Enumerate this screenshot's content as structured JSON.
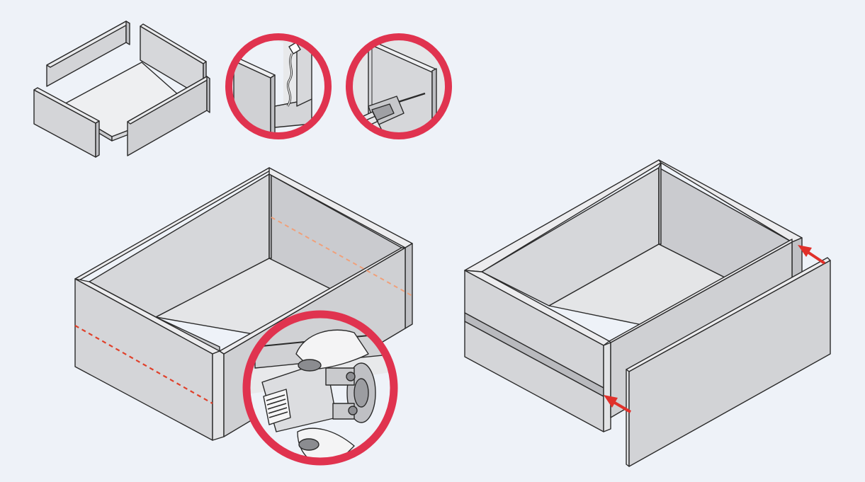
{
  "illustration": {
    "steps": [
      {
        "id": "step-1",
        "subject": "drawer-box-parts"
      },
      {
        "id": "step-2",
        "subject": "glue-joint-detail"
      },
      {
        "id": "step-3",
        "subject": "drill-joint-detail"
      },
      {
        "id": "step-4",
        "subject": "cut-groove-with-router"
      },
      {
        "id": "step-5",
        "subject": "attach-front-panel"
      }
    ],
    "colors": {
      "background": "#eef2f8",
      "panel_light": "#e9eaec",
      "panel_mid": "#d4d5d8",
      "panel_dark": "#c3c4c8",
      "outline": "#2a2a2a",
      "circle_frame": "#e0334f",
      "cut_line": "#e0402a",
      "cut_line_far": "#f0a07a",
      "arrow": "#e0302a"
    }
  }
}
